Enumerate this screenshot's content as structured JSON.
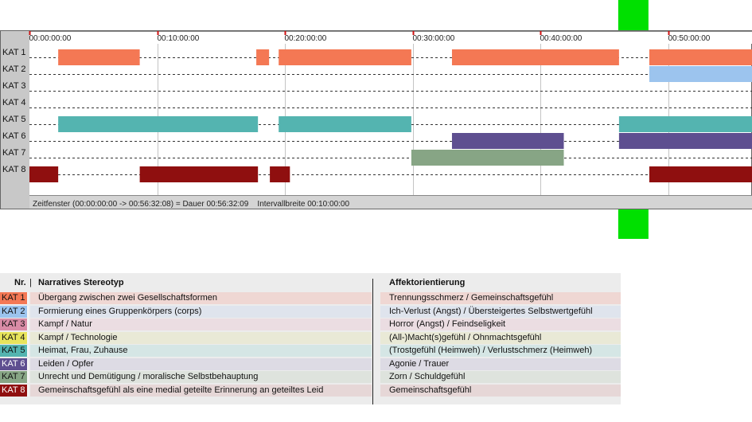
{
  "chart_data": {
    "type": "timeline",
    "ticks": [
      "00:00:00:00",
      "00:10:00:00",
      "00:20:00:00",
      "00:30:00:00",
      "00:40:00:00",
      "00:50:00:00"
    ],
    "tick_minutes": [
      0,
      10,
      20,
      30,
      40,
      50
    ],
    "x_range_minutes": [
      0,
      56.535
    ],
    "categories": [
      "KAT 1",
      "KAT 2",
      "KAT 3",
      "KAT 4",
      "KAT 5",
      "KAT 6",
      "KAT 7",
      "KAT 8"
    ],
    "colors": [
      "#f47854",
      "#9cc4ee",
      "#d98ca6",
      "#e8e45c",
      "#54b4b0",
      "#5e4f90",
      "#87a585",
      "#8f0f0f"
    ],
    "segments": [
      {
        "category": "KAT 1",
        "start": 2.25,
        "end": 8.63
      },
      {
        "category": "KAT 1",
        "start": 17.75,
        "end": 18.75
      },
      {
        "category": "KAT 1",
        "start": 19.5,
        "end": 29.88
      },
      {
        "category": "KAT 1",
        "start": 33.06,
        "end": 46.13
      },
      {
        "category": "KAT 1",
        "start": 48.5,
        "end": 56.54
      },
      {
        "category": "KAT 2",
        "start": 48.5,
        "end": 56.54
      },
      {
        "category": "KAT 5",
        "start": 2.25,
        "end": 17.88
      },
      {
        "category": "KAT 5",
        "start": 19.5,
        "end": 29.88
      },
      {
        "category": "KAT 5",
        "start": 46.13,
        "end": 56.54
      },
      {
        "category": "KAT 6",
        "start": 33.06,
        "end": 41.81
      },
      {
        "category": "KAT 6",
        "start": 46.13,
        "end": 56.54
      },
      {
        "category": "KAT 7",
        "start": 29.88,
        "end": 41.81
      },
      {
        "category": "KAT 8",
        "start": 0,
        "end": 2.25
      },
      {
        "category": "KAT 8",
        "start": 8.63,
        "end": 17.88
      },
      {
        "category": "KAT 8",
        "start": 18.81,
        "end": 20.38
      },
      {
        "category": "KAT 8",
        "start": 48.5,
        "end": 56.54
      }
    ],
    "marker_minutes": 46.13,
    "marker_color": "#00e000",
    "status_text": "Zeitfenster (00:00:00:00 -> 00:56:32:08) = Dauer 00:56:32:09    Intervallbreite 00:10:00:00"
  },
  "legend": {
    "header": {
      "nr": "Nr.",
      "stereotyp": "Narratives Stereotyp",
      "affekt": "Affektorientierung"
    },
    "rows": [
      {
        "kat": "KAT 1",
        "color": "#f47854",
        "bg": "#efd7d3",
        "stereotyp": "Übergang zwischen zwei Gesellschaftsformen",
        "affekt": "Trennungsschmerz / Gemeinschaftsgefühl"
      },
      {
        "kat": "KAT 2",
        "color": "#9cc4ee",
        "bg": "#dfe4ed",
        "stereotyp": "Formierung eines Gruppenkörpers (corps)",
        "affekt": "Ich-Verlust (Angst) / Übersteigertes Selbstwertgefühl"
      },
      {
        "kat": "KAT 3",
        "color": "#d98ca6",
        "bg": "#ebdde2",
        "stereotyp": "Kampf / Natur",
        "affekt": "Horror (Angst) / Feindseligkeit"
      },
      {
        "kat": "KAT 4",
        "color": "#e8e45c",
        "bg": "#e9e9d6",
        "stereotyp": "Kampf / Technologie",
        "affekt": "(All-)Macht(s)gefühl / Ohnmachtsgefühl"
      },
      {
        "kat": "KAT 5",
        "color": "#54b4b0",
        "bg": "#d5e6e5",
        "stereotyp": "Heimat, Frau, Zuhause",
        "affekt": "(Trostgefühl (Heimweh) / Verlustschmerz (Heimweh)"
      },
      {
        "kat": "KAT 6",
        "color": "#5e4f90",
        "bg": "#dddbe4",
        "stereotyp": "Leiden / Opfer",
        "affekt": "Agonie / Trauer"
      },
      {
        "kat": "KAT 7",
        "color": "#87a585",
        "bg": "#dee3dd",
        "stereotyp": "Unrecht und Demütigung / moralische Selbstbehauptung",
        "affekt": "Zorn / Schuldgefühl"
      },
      {
        "kat": "KAT 8",
        "color": "#8f0f0f",
        "bg": "#e6d7d7",
        "stereotyp": "Gemeinschaftsgefühl als eine medial geteilte Erinnerung an geteiltes Leid",
        "affekt": "Gemeinschaftsgefühl"
      }
    ]
  }
}
